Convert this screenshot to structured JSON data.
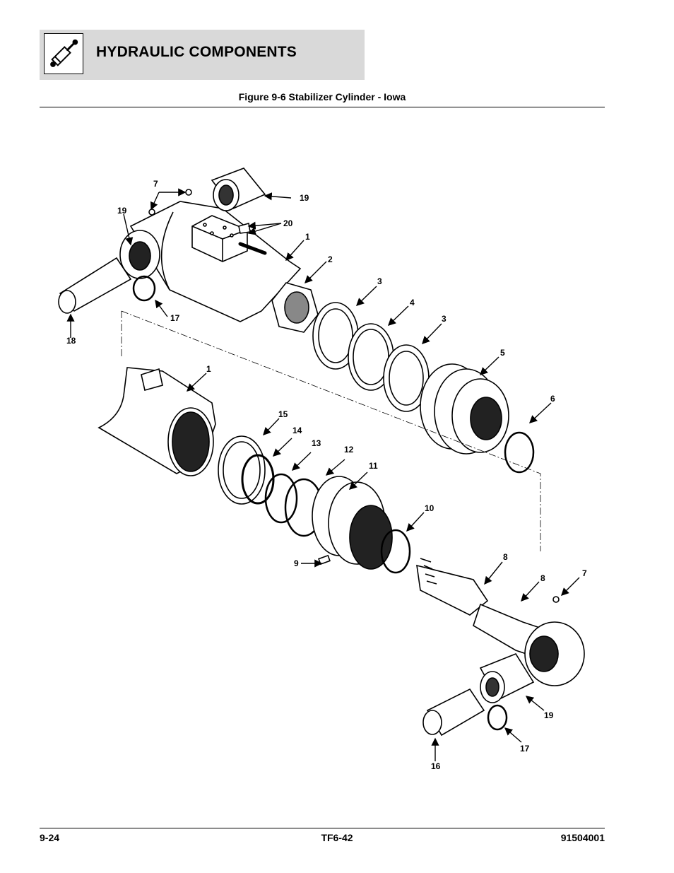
{
  "header": {
    "section_title": "HYDRAULIC COMPONENTS",
    "icon": "hydraulic-cylinder-icon"
  },
  "figure": {
    "title": "Figure 9-6 Stabilizer Cylinder - Iowa",
    "callouts": [
      "7",
      "19",
      "19",
      "20",
      "1",
      "2",
      "3",
      "4",
      "3",
      "5",
      "6",
      "17",
      "18",
      "1",
      "15",
      "14",
      "13",
      "12",
      "11",
      "10",
      "9",
      "8",
      "8",
      "7",
      "19",
      "17",
      "16"
    ]
  },
  "footer": {
    "page_number": "9-24",
    "section_code": "TF6-42",
    "document_number": "91504001"
  }
}
